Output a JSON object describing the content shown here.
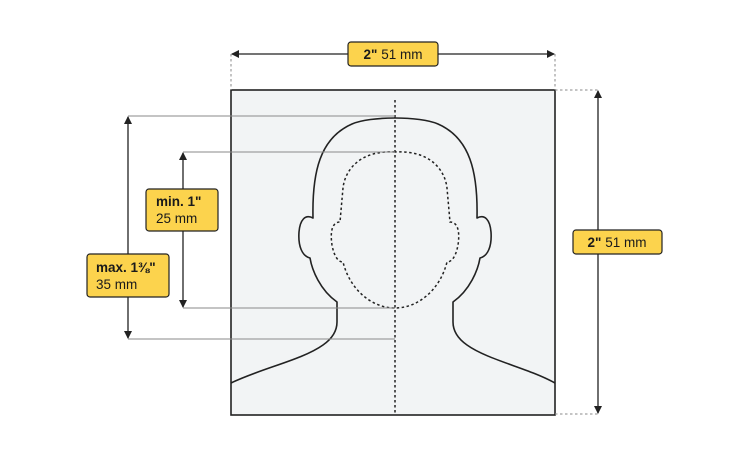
{
  "labels": {
    "width": {
      "bold": "2\"",
      "rest": " 51 mm"
    },
    "height": {
      "bold": "2\"",
      "rest": " 51 mm"
    },
    "min": {
      "line1": "min. 1\"",
      "line2": "25 mm"
    },
    "max": {
      "line1": "max. 1⅜\"",
      "line2": "35 mm"
    }
  },
  "colors": {
    "label_fill": "#fcd34d",
    "label_border": "#222222",
    "photo_bg": "#f2f4f5",
    "line": "#222222",
    "guide": "#8a8a8a"
  }
}
